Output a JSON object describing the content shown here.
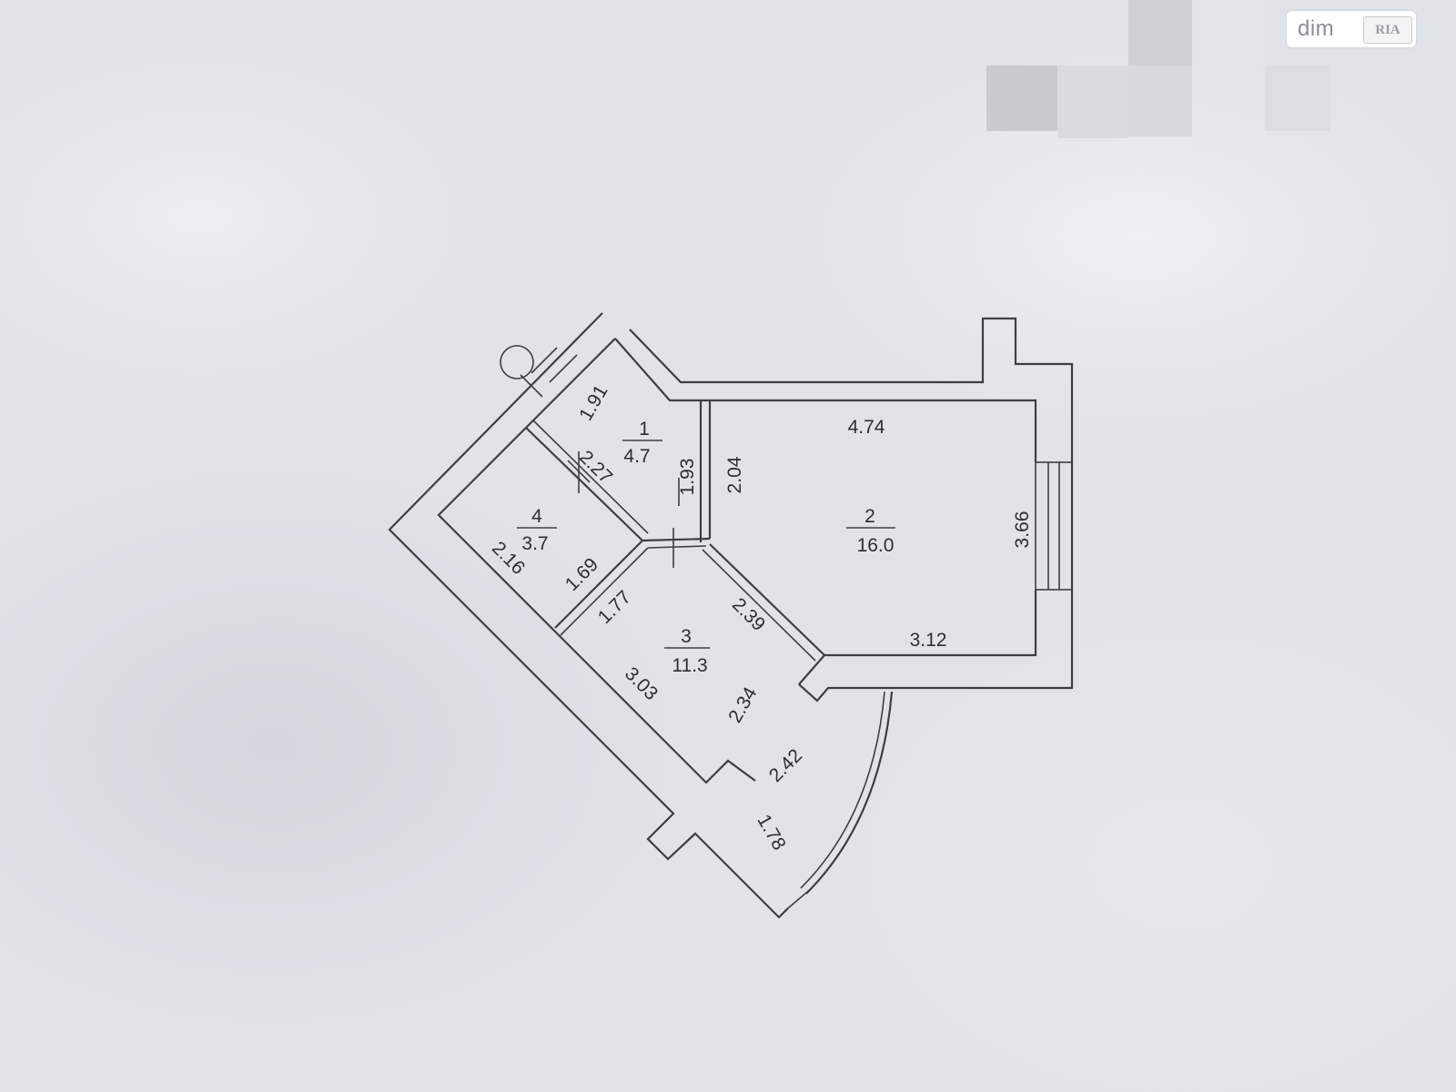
{
  "watermark": {
    "brand": "dim",
    "badge": "RIA"
  },
  "rooms": [
    {
      "number": "1",
      "area": "4.7"
    },
    {
      "number": "2",
      "area": "16.0"
    },
    {
      "number": "3",
      "area": "11.3"
    },
    {
      "number": "4",
      "area": "3.7"
    }
  ],
  "dimensions": {
    "d191": "1.91",
    "d227": "2.27",
    "d193": "1.93",
    "d204": "2.04",
    "d474": "4.74",
    "d366": "3.66",
    "d312": "3.12",
    "d239": "2.39",
    "d177": "1.77",
    "d169": "1.69",
    "d216": "2.16",
    "d303": "3.03",
    "d234": "2.34",
    "d242": "2.42",
    "d178": "1.78"
  },
  "colors": {
    "line": "#3c3f44",
    "paper": "#e0e3e8"
  }
}
